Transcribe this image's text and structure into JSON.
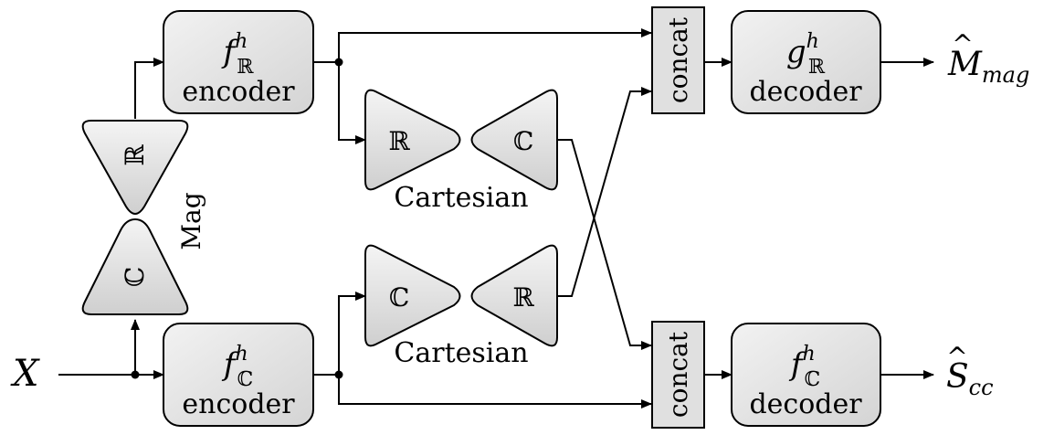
{
  "input": {
    "var": "X"
  },
  "encoders": [
    {
      "fn": "f",
      "sub": "ℝ",
      "sup": "h",
      "label": "encoder"
    },
    {
      "fn": "f",
      "sub": "ℂ",
      "sup": "h",
      "label": "encoder"
    }
  ],
  "decoders": [
    {
      "fn": "g",
      "sub": "ℝ",
      "sup": "h",
      "label": "decoder"
    },
    {
      "fn": "f",
      "sub": "ℂ",
      "sup": "h",
      "label": "decoder"
    }
  ],
  "concat_label": "concat",
  "mag_block": {
    "top": "ℝ",
    "bottom": "ℂ",
    "label": "Mag"
  },
  "cartesian_blocks": [
    {
      "left": "ℝ",
      "right": "ℂ",
      "label": "Cartesian"
    },
    {
      "left": "ℂ",
      "right": "ℝ",
      "label": "Cartesian"
    }
  ],
  "outputs": [
    {
      "hat": "^",
      "var": "M",
      "sub": "mag"
    },
    {
      "hat": "^",
      "var": "S",
      "sub": "cc"
    }
  ]
}
